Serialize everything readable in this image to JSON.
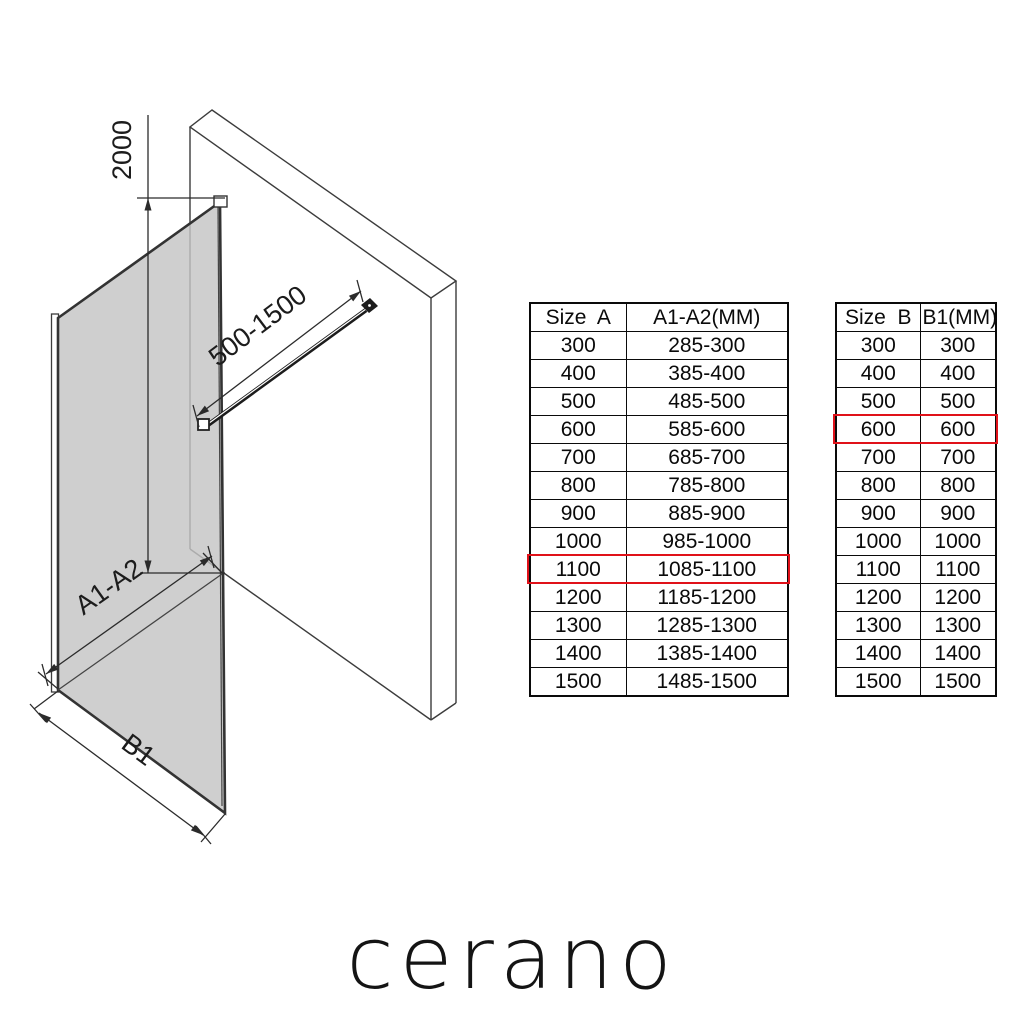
{
  "page": {
    "background": "#ffffff"
  },
  "logo": {
    "text": "cerano"
  },
  "diagram": {
    "labels": {
      "height": "2000",
      "bar_range": "500-1500",
      "panel_width": "A1-A2",
      "base_width": "B1"
    },
    "glass_color": "#c4c4c4",
    "line_color": "#2b2b2b",
    "highlight_color": "#e01119"
  },
  "tables": [
    {
      "name": "size-a-table",
      "columns": [
        "Size  A",
        "A1-A2(MM)"
      ],
      "rows": [
        [
          "300",
          "285-300"
        ],
        [
          "400",
          "385-400"
        ],
        [
          "500",
          "485-500"
        ],
        [
          "600",
          "585-600"
        ],
        [
          "700",
          "685-700"
        ],
        [
          "800",
          "785-800"
        ],
        [
          "900",
          "885-900"
        ],
        [
          "1000",
          "985-1000"
        ],
        [
          "1100",
          "1085-1100"
        ],
        [
          "1200",
          "1185-1200"
        ],
        [
          "1300",
          "1285-1300"
        ],
        [
          "1400",
          "1385-1400"
        ],
        [
          "1500",
          "1485-1500"
        ]
      ],
      "highlight_row_index": 8
    },
    {
      "name": "size-b-table",
      "columns": [
        "Size  B",
        "B1(MM)"
      ],
      "rows": [
        [
          "300",
          "300"
        ],
        [
          "400",
          "400"
        ],
        [
          "500",
          "500"
        ],
        [
          "600",
          "600"
        ],
        [
          "700",
          "700"
        ],
        [
          "800",
          "800"
        ],
        [
          "900",
          "900"
        ],
        [
          "1000",
          "1000"
        ],
        [
          "1100",
          "1100"
        ],
        [
          "1200",
          "1200"
        ],
        [
          "1300",
          "1300"
        ],
        [
          "1400",
          "1400"
        ],
        [
          "1500",
          "1500"
        ]
      ],
      "highlight_row_index": 3
    }
  ]
}
